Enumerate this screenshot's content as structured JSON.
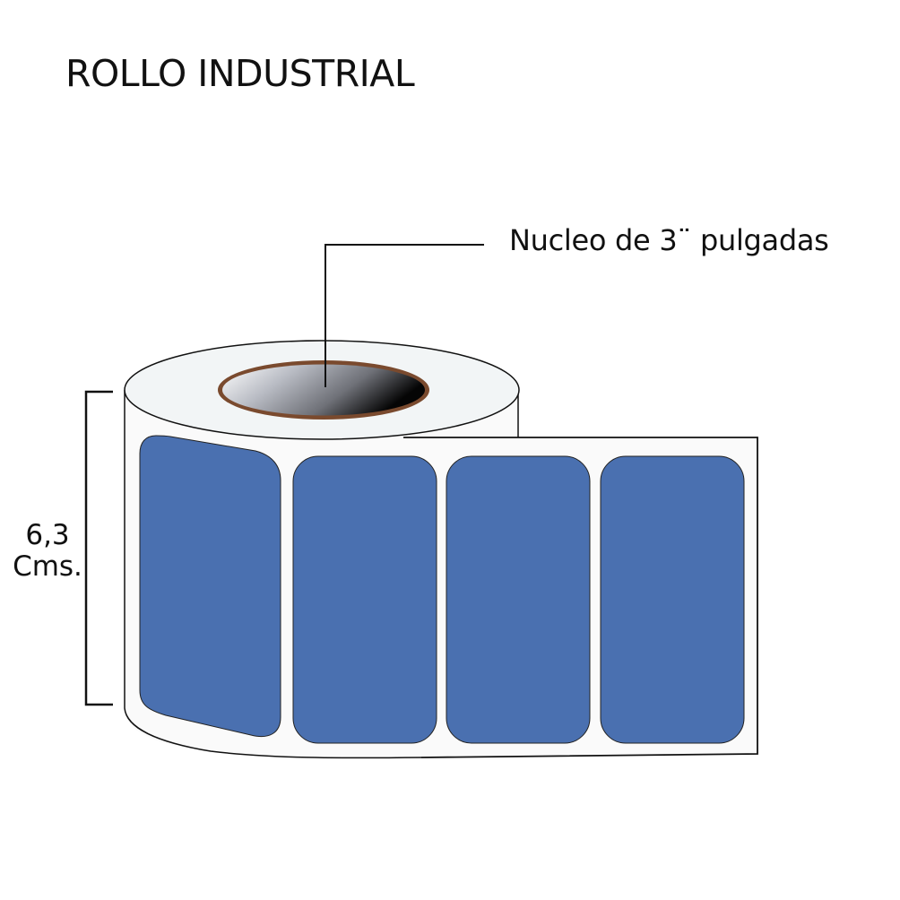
{
  "title": "ROLLO INDUSTRIAL",
  "core_callout": {
    "label": "Nucleo de 3¨ pulgadas"
  },
  "dimension": {
    "value": "6,3",
    "unit": "Cms."
  },
  "roll": {
    "label_count": 4,
    "colors": {
      "label_fill": "#4a70b0",
      "paper": "#fafafa",
      "roll_top": "#f2f5f6",
      "core_ring": "#7a4a2e",
      "outline": "#111111"
    }
  }
}
